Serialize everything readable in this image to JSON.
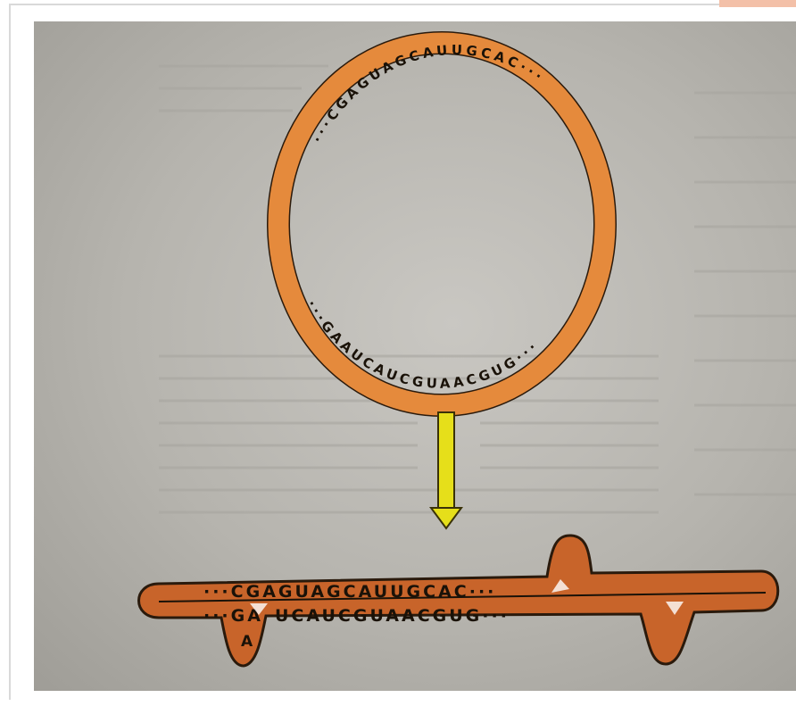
{
  "diagram": {
    "circle_sequence_top": "···CGAGUAGCAUUGCAC···",
    "circle_sequence_bottom": "···GAAUCAUCGUAACGUG···",
    "strand_top_sequence": "···CGAGUAGCAUUGCAC···",
    "strand_bottom_left": "···GA",
    "strand_bottom_loop": "A",
    "strand_bottom_right": "UCAUCGUAACGUG···"
  },
  "colors": {
    "circle_fill": "#e58a3c",
    "strand_fill": "#c8642a",
    "arrow_fill": "#e6df1a",
    "page_background": "#bcbab4"
  },
  "icons": {
    "arrow": "down-arrow-icon"
  }
}
